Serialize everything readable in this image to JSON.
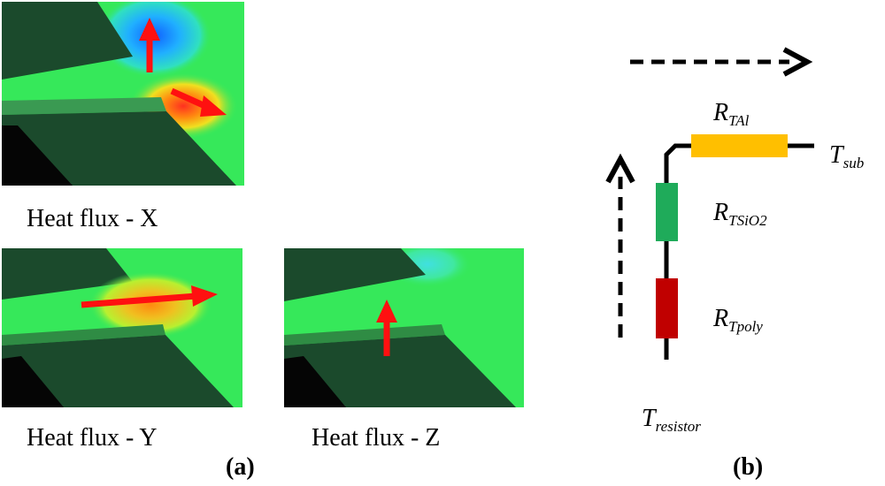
{
  "panel_a": {
    "label": "(a)",
    "captions": {
      "x": "Heat flux - X",
      "y": "Heat flux - Y",
      "z": "Heat flux - Z"
    }
  },
  "panel_b": {
    "label": "(b)",
    "resistors": {
      "tal": {
        "symbol": "R",
        "subscript": "TAl",
        "color": "#ffbf00"
      },
      "tsio2": {
        "symbol": "R",
        "subscript": "TSiO2",
        "color": "#1fab5a"
      },
      "tpoly": {
        "symbol": "R",
        "subscript": "Tpoly",
        "color": "#c00000"
      }
    },
    "nodes": {
      "sub": {
        "symbol": "T",
        "subscript": "sub"
      },
      "resistor": {
        "symbol": "T",
        "subscript": "resistor"
      }
    }
  },
  "colors": {
    "arrow": "#ff1010",
    "field_green": "#36e85a",
    "plate_green": "#1b4a2c"
  }
}
